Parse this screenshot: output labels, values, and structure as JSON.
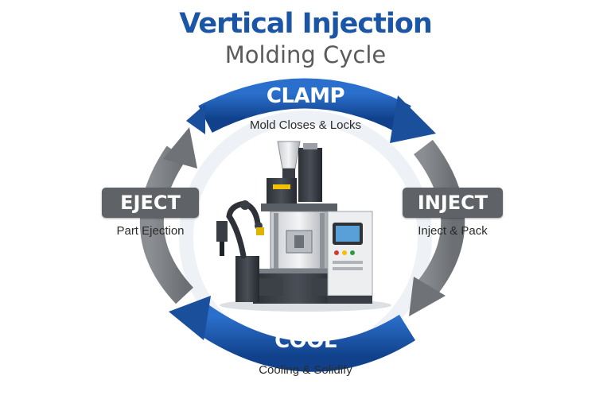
{
  "title": "Vertical Injection",
  "subtitle": "Molding Cycle",
  "stages": {
    "clamp": {
      "label": "CLAMP",
      "caption": "Mold Closes & Locks"
    },
    "inject": {
      "label": "INJECT",
      "caption": "Inject & Pack"
    },
    "cool": {
      "label": "COOL",
      "caption": "Cooling & Solidify"
    },
    "eject": {
      "label": "EJECT",
      "caption": "Part Ejection"
    }
  },
  "colors": {
    "accent": "#1a55a6",
    "gray_arrow": "#777a7e",
    "badge": "#5f6368"
  },
  "icons": {
    "center": "injection-molding-machine-icon",
    "robot": "robot-arm-icon"
  }
}
